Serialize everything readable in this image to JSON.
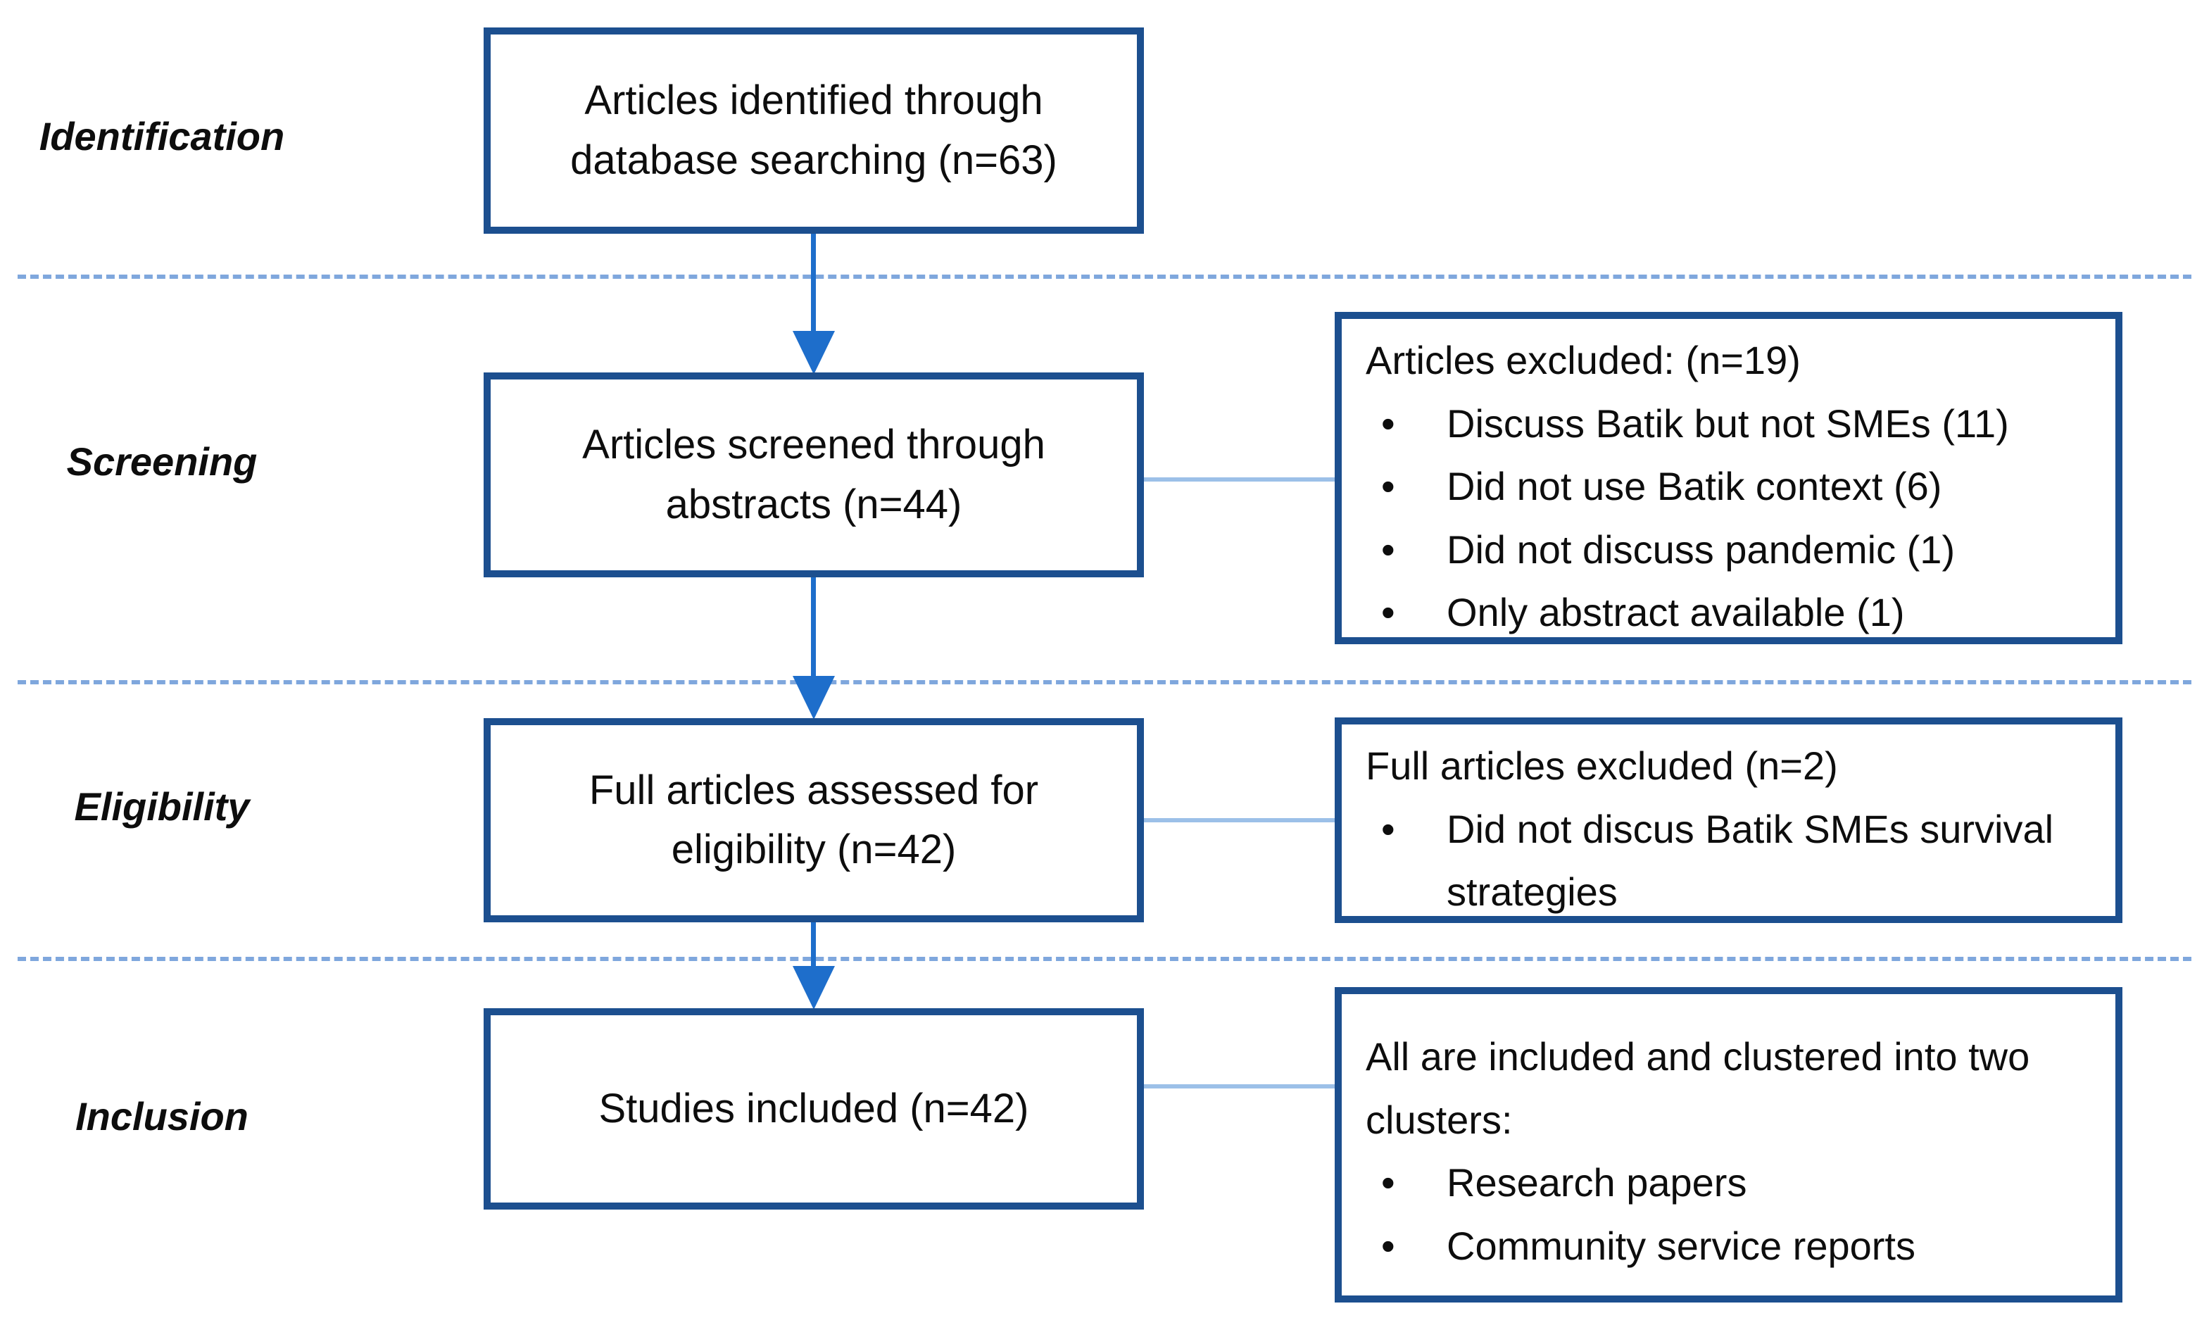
{
  "diagram": {
    "stages": [
      "Identification",
      "Screening",
      "Eligibility",
      "Inclusion"
    ],
    "flow_boxes": [
      {
        "text": "Articles identified through database searching (n=63)"
      },
      {
        "text": "Articles screened through abstracts (n=44)"
      },
      {
        "text": "Full articles assessed for eligibility (n=42)"
      },
      {
        "text": "Studies included (n=42)"
      }
    ],
    "side_boxes": [
      {
        "title": "Articles excluded: (n=19)",
        "bullets": [
          "Discuss Batik but not SMEs (11)",
          "Did not use Batik context (6)",
          "Did not discuss pandemic (1)",
          "Only abstract available (1)"
        ]
      },
      {
        "title": "Full articles excluded (n=2)",
        "bullets": [
          "Did not discus Batik SMEs survival strategies"
        ]
      },
      {
        "title": "All are included and clustered into two clusters:",
        "bullets": [
          "Research papers",
          "Community service reports"
        ]
      }
    ]
  },
  "colors": {
    "border-blue": "#1c4f8f",
    "arrow-blue": "#1e6ecb",
    "dashed-blue": "#7fa7dd",
    "connector-blue": "#9cc0e8",
    "text-black": "#0d0d0d"
  }
}
